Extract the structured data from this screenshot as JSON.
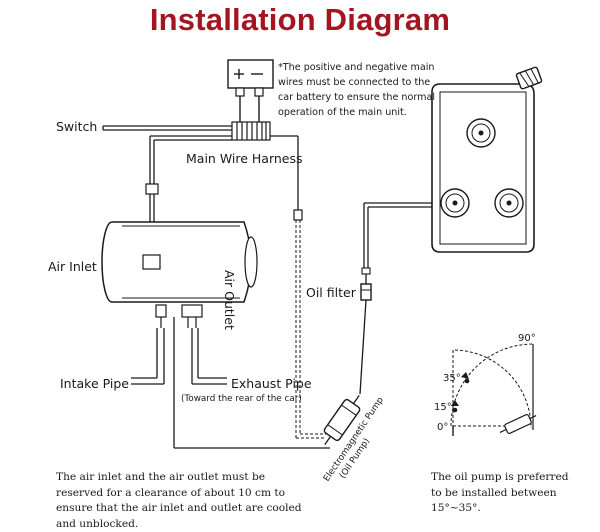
{
  "title": "Installation Diagram",
  "note": "*The positive and negative main wires must be connected to the car battery to ensure the normal operation of the main unit.",
  "battery": {
    "plus": "+",
    "minus": "−"
  },
  "labels": {
    "switch": "Switch",
    "main_wire_harness": "Main Wire Harness",
    "air_inlet": "Air Inlet",
    "air_outlet": "Air Outlet",
    "oil_filter": "Oil filter",
    "intake_pipe": "Intake Pipe",
    "exhaust_pipe": "Exhaust Pipe",
    "exhaust_sub": "(Toward the rear of the car)",
    "pump_line1": "Electromagnetic Pump",
    "pump_line2": "(Oil Pump)"
  },
  "angles": {
    "a90": "90°",
    "a35": "35°",
    "a15": "15°",
    "a0": "0°"
  },
  "captions": {
    "left": "The air inlet and the air outlet must be reserved for a clearance of about 10 cm to ensure that the air inlet and outlet are cooled and unblocked.",
    "right": "The oil pump is preferred to be installed between 15°~35°."
  },
  "colors": {
    "title": "#a31621",
    "line": "#1a1a1a"
  }
}
